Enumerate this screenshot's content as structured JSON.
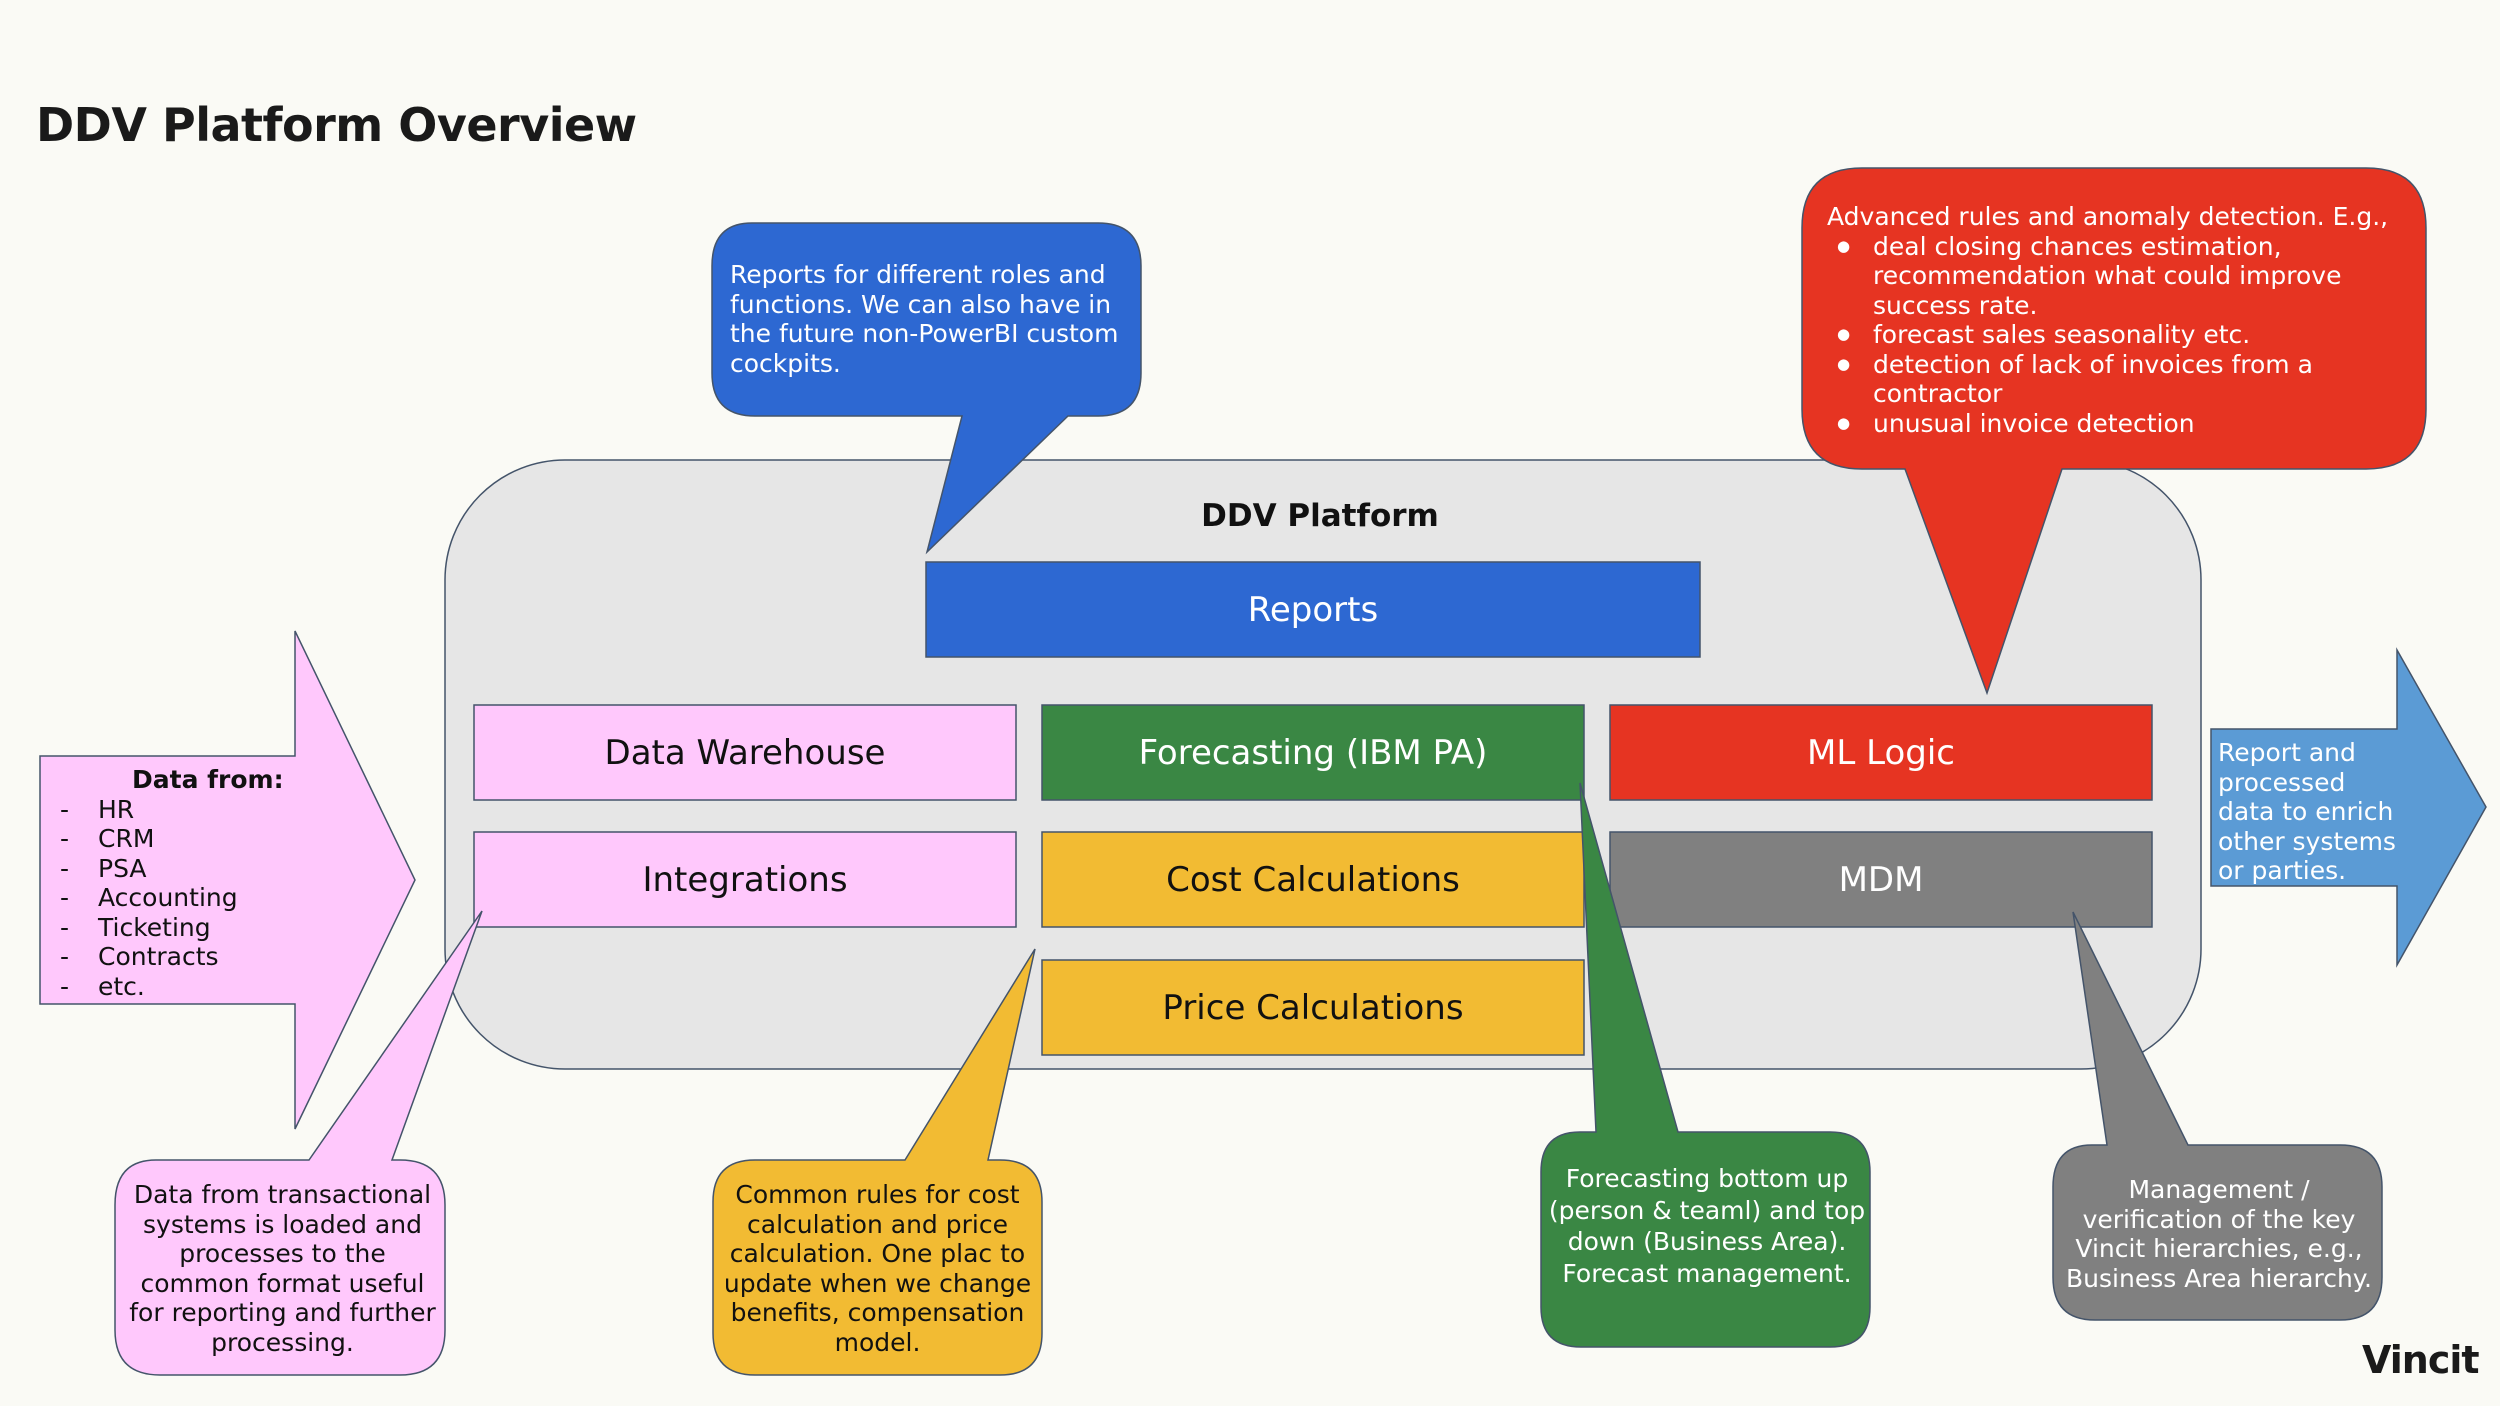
{
  "page": {
    "title": "DDV Platform Overview",
    "logo": "Vincit"
  },
  "colors": {
    "background": "#fafaf5",
    "platform_fill": "#e6e6e6",
    "outline": "#44546a",
    "blue": "#2d68d2",
    "light_blue": "#5b9bd5",
    "pink": "#ffc8fc",
    "green": "#3a8744",
    "red": "#e63422",
    "yellow": "#f2bb33",
    "gray": "#808080"
  },
  "platform": {
    "title": "DDV Platform",
    "components": {
      "reports": "Reports",
      "data_warehouse": "Data Warehouse",
      "integrations": "Integrations",
      "forecasting": "Forecasting (IBM PA)",
      "cost_calculations": "Cost Calculations",
      "price_calculations": "Price Calculations",
      "ml_logic": "ML Logic",
      "mdm": "MDM"
    }
  },
  "input_arrow": {
    "header": "Data from:",
    "items": [
      "HR",
      "CRM",
      "PSA",
      "Accounting",
      "Ticketing",
      "Contracts",
      "etc."
    ],
    "dash": "-"
  },
  "output_arrow": {
    "text": "Report and processed data to enrich other systems or parties."
  },
  "callouts": {
    "reports": "Reports for different roles and functions. We can also have in the future non-PowerBI custom cockpits.",
    "ml": {
      "intro": "Advanced rules and anomaly detection. E.g.,",
      "bullets": [
        "deal closing chances estimation, recommendation what could improve success rate.",
        "forecast sales seasonality etc.",
        "detection of lack of invoices from a contractor",
        "unusual invoice detection"
      ]
    },
    "integrations": "Data from transactional systems is loaded and processes to the common format useful for reporting and further processing.",
    "calculations": "Common rules for cost calculation and price calculation. One plac to update when we change benefits, compensation model.",
    "forecasting": "Forecasting bottom up (person & teaml) and top down (Business Area). Forecast management.",
    "mdm": "Management / verification of the key Vincit hierarchies, e.g., Business Area hierarchy."
  }
}
